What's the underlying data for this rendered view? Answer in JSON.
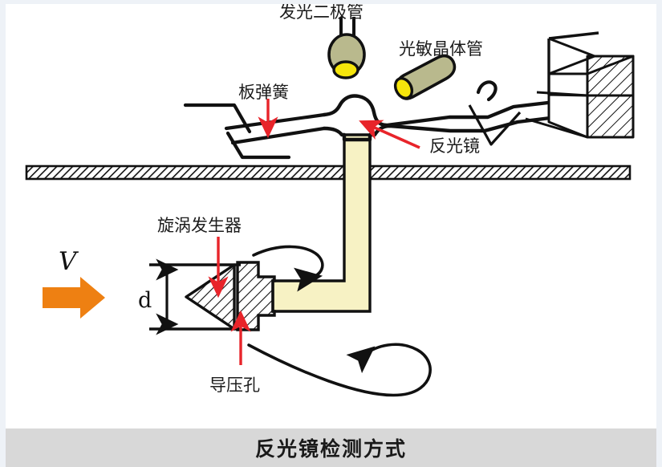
{
  "figure": {
    "caption": "反光镜检测方式",
    "background_color": "#ffffff",
    "caption_bar_color": "#d8d8d8"
  },
  "labels": {
    "led": "发光二极管",
    "phototransistor": "光敏晶体管",
    "leaf_spring": "板弹簧",
    "mirror": "反光镜",
    "vortex_generator": "旋涡发生器",
    "pressure_hole": "导压孔",
    "diameter": "d",
    "velocity": "V"
  },
  "colors": {
    "outline": "#111111",
    "pointer_red": "#e8242a",
    "flow_arrow_orange": "#ee8012",
    "light_pipe_fill": "#f7f2c4",
    "component_body": "#b9b98d",
    "lens_yellow": "#f5e50b",
    "hatch_line": "#111111",
    "caption_text": "#1a1a1a"
  },
  "components": [
    {
      "name": "light-emitting-diode",
      "label": "发光二极管",
      "kind": "emitter"
    },
    {
      "name": "photosensitive-transistor",
      "label": "光敏晶体管",
      "kind": "receiver"
    },
    {
      "name": "leaf-spring",
      "label": "板弹簧",
      "kind": "mechanical"
    },
    {
      "name": "reflecting-mirror",
      "label": "反光镜",
      "kind": "optical"
    },
    {
      "name": "vortex-generator",
      "label": "旋涡发生器",
      "kind": "flow-body"
    },
    {
      "name": "pressure-guiding-hole",
      "label": "导压孔",
      "kind": "port"
    },
    {
      "name": "light-guide-pipe",
      "label": "",
      "kind": "optical-path"
    },
    {
      "name": "pipe-wall",
      "label": "",
      "kind": "structure"
    },
    {
      "name": "mounting-bracket",
      "label": "",
      "kind": "structure"
    }
  ],
  "annotations": {
    "flow_direction": "left-to-right",
    "vortex_count": 2,
    "dimension_symbol": "d"
  }
}
